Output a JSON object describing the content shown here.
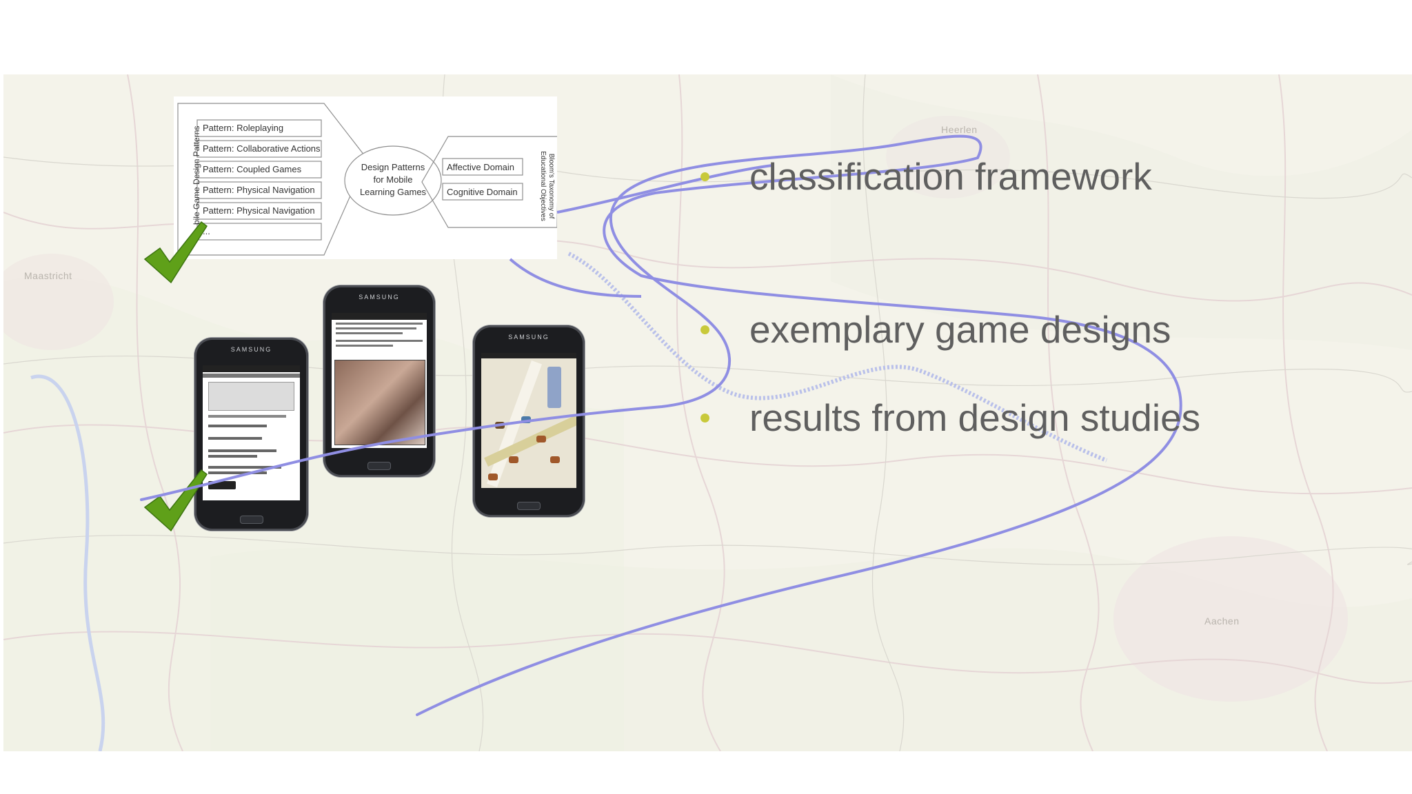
{
  "map": {
    "labels": [
      "Maastricht",
      "Heerlen",
      "Aachen"
    ]
  },
  "figure": {
    "side_label": "bile Game Design Patterns",
    "patterns": [
      "Pattern: Roleplaying",
      "Pattern: Collaborative Actions",
      "Pattern: Coupled Games",
      "Pattern: Physical Navigation",
      "Pattern: Physical Navigation",
      "..."
    ],
    "center_line1": "Design Patterns",
    "center_line2": "for Mobile",
    "center_line3": "Learning Games",
    "domains": [
      "Affective Domain",
      "Cognitive Domain"
    ],
    "right_label_line1": "Bloom's Taxonomy of",
    "right_label_line2": "Educational Objectives"
  },
  "phones": {
    "brand": "SAMSUNG"
  },
  "bullets": [
    {
      "text": "classification framework"
    },
    {
      "text": "exemplary game designs"
    },
    {
      "text": "results from design studies"
    }
  ],
  "colors": {
    "curve": "#8f8ee3",
    "bullet_dot": "#c8c93a",
    "check": "#5fa019",
    "text": "#5f5f5f"
  }
}
